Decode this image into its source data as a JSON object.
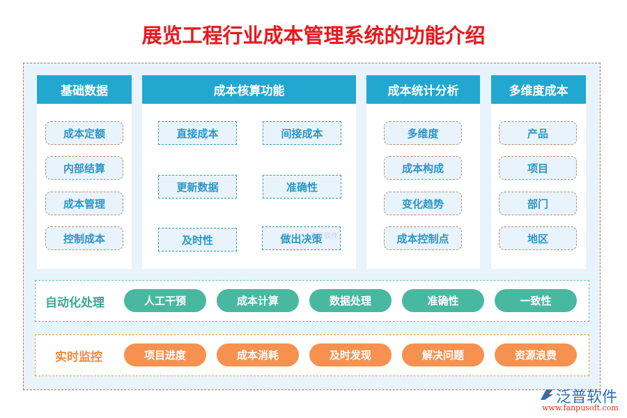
{
  "title": "展览工程行业成本管理系统的功能介绍",
  "columns": [
    {
      "header": "基础数据",
      "items": [
        "成本定额",
        "内部结算",
        "成本管理",
        "控制成本"
      ]
    },
    {
      "header": "成本核算功能",
      "items": [
        "直接成本",
        "间接成本",
        "更新数据",
        "准确性",
        "及时性",
        "做出决策"
      ]
    },
    {
      "header": "成本统计分析",
      "items": [
        "多维度",
        "成本构成",
        "变化趋势",
        "成本控制点"
      ]
    },
    {
      "header": "多维度成本",
      "items": [
        "产品",
        "项目",
        "部门",
        "地区"
      ]
    }
  ],
  "automation": {
    "label": "自动化处理",
    "items": [
      "人工干预",
      "成本计算",
      "数据处理",
      "准确性",
      "一致性"
    ]
  },
  "monitoring": {
    "label": "实时监控",
    "items": [
      "项目进度",
      "成本消耗",
      "及时发现",
      "解决问题",
      "资源浪费"
    ]
  },
  "logo": {
    "name": "泛普软件",
    "url": "www.fanpusoft.com",
    "watermark": "泛普软件"
  },
  "colors": {
    "title": "#e8191d",
    "header": "#22a7d0",
    "green": "#48b9a0",
    "orange": "#f79150",
    "background": "#e8f3fc"
  }
}
